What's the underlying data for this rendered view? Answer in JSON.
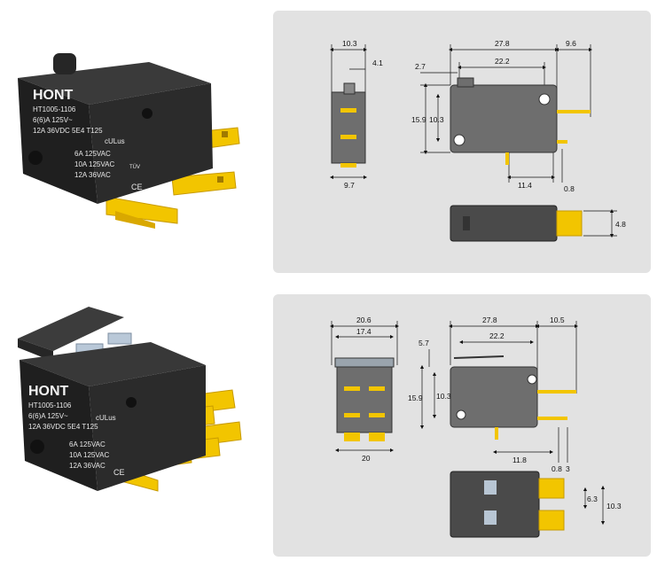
{
  "product": {
    "brand": "HONT",
    "model": "HT1005-1106",
    "rating_line1": "6(6)A 125V~",
    "rating_line2": "12A 36VDC 5E4 T125",
    "ratings": [
      "6A 125VAC",
      "10A 125VAC",
      "12A 36VAC"
    ],
    "cert_ul": "cULus",
    "cert_tuv": "TÜV",
    "cert_ce": "CE"
  },
  "drawing_top": {
    "front_width": "10.3",
    "front_offset": "4.1",
    "front_base": "9.7",
    "side_length": "27.8",
    "side_terminal": "9.6",
    "side_holes": "22.2",
    "side_plunger": "2.7",
    "side_height": "15.9",
    "side_hole_vertical": "10.3",
    "side_terminal_pos": "11.4",
    "side_terminal_thk": "0.8",
    "bottom_terminal_w": "4.8"
  },
  "drawing_bottom": {
    "front_outer": "20.6",
    "front_inner": "17.4",
    "front_base": "20",
    "side_length": "27.8",
    "side_terminal": "10.5",
    "side_holes": "22.2",
    "side_plunger": "5.7",
    "side_height": "15.9",
    "side_hole_vertical": "10.3",
    "side_terminal_pos": "11.8",
    "side_terminal_thk": "0.8",
    "side_terminal_gap": "3",
    "bottom_terminal_w": "6.3",
    "bottom_terminal_pitch": "10.3"
  },
  "colors": {
    "body": "#2a2a2a",
    "terminal": "#f2c500",
    "panel": "#e2e2e2",
    "drawing_body": "#6e6e6e"
  }
}
